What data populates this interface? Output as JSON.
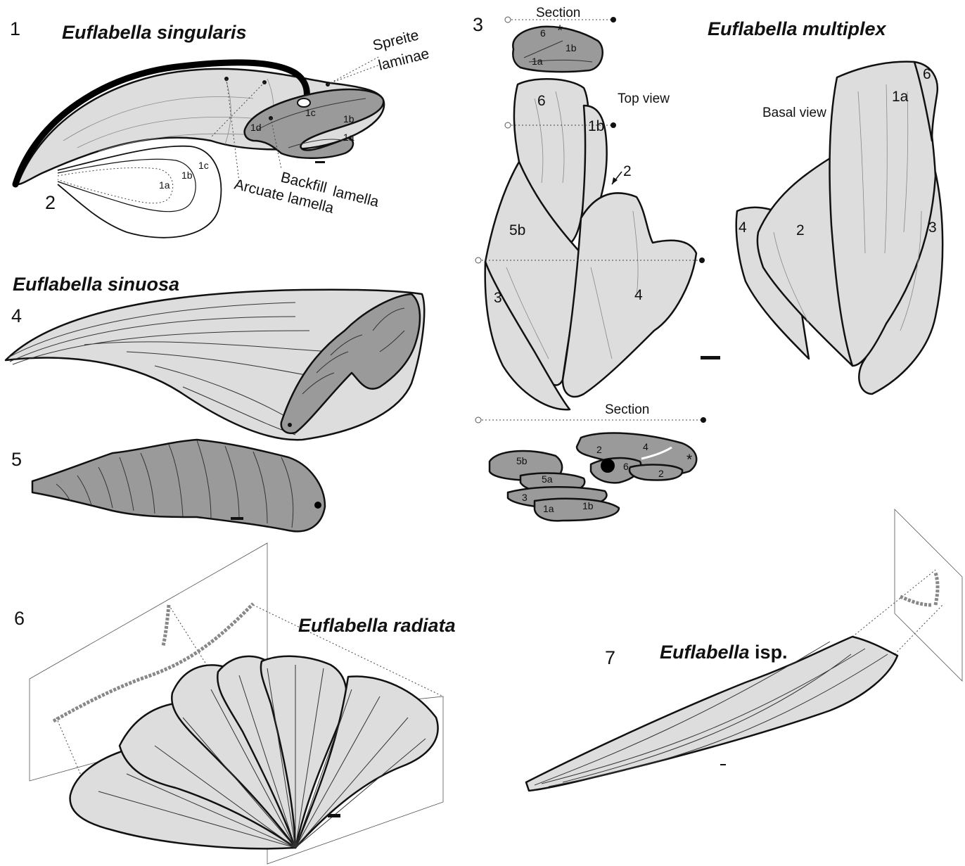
{
  "panels": {
    "p1": {
      "number": "1",
      "taxon": "Euflabella singularis",
      "labels": {
        "spreite_1": "Spreite",
        "spreite_2": "laminae",
        "backfill_1": "Backfill",
        "backfill_2": "lamella",
        "arcuate": "Arcuate lamella",
        "l1a": "1a",
        "l1b": "1b",
        "l1c": "1c",
        "l1d": "1d"
      }
    },
    "p2": {
      "number": "2",
      "labels": {
        "l1a": "1a",
        "l1b": "1b",
        "l1c": "1c"
      }
    },
    "p3": {
      "number": "3",
      "taxon": "Euflabella multiplex",
      "section_top": "Section",
      "section_bottom": "Section",
      "top_view": "Top view",
      "basal_view": "Basal view",
      "asterisk": "*",
      "top_section_labels": [
        "6",
        "1b",
        "1a"
      ],
      "top_view_labels": [
        "6",
        "1b",
        "2",
        "5b",
        "3",
        "4"
      ],
      "basal_view_labels": [
        "1a",
        "6",
        "4",
        "2",
        "3"
      ],
      "bottom_section_labels": [
        "2",
        "4",
        "6",
        "2",
        "5b",
        "5a",
        "3",
        "1a",
        "1b"
      ]
    },
    "p4": {
      "number": "4",
      "taxon": "Euflabella sinuosa"
    },
    "p5": {
      "number": "5"
    },
    "p6": {
      "number": "6",
      "taxon": "Euflabella radiata"
    },
    "p7": {
      "number": "7",
      "taxon_italic": "Euflabella",
      "taxon_suffix": " isp."
    }
  },
  "colors": {
    "light_fill": "#dddddd",
    "dark_fill": "#9a9a9a",
    "outline": "#111111",
    "background": "#ffffff"
  }
}
